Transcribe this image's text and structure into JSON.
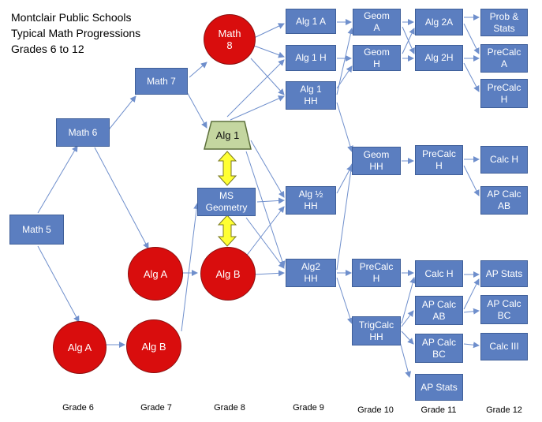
{
  "title": [
    "Montclair Public Schools",
    "Typical Math Progressions",
    "Grades 6 to 12"
  ],
  "grades": [
    "Grade 6",
    "Grade 7",
    "Grade 8",
    "Grade 9",
    "Grade 10",
    "Grade 11",
    "Grade 12"
  ],
  "nodes": {
    "math5": "Math 5",
    "math6": "Math 6",
    "math7": "Math 7",
    "math8": "Math\n8",
    "alg1_trap": "Alg 1",
    "msgeo": "MS\nGeometry",
    "algA7": "Alg A",
    "algB8": "Alg B",
    "algA6": "Alg A",
    "algB7": "Alg B",
    "alg1a": "Alg 1 A",
    "alg1h": "Alg 1 H",
    "alg1hh": "Alg 1\nHH",
    "alghalf": "Alg ½\nHH",
    "alg2hh": "Alg2\nHH",
    "geomA": "Geom\nA",
    "geomH": "Geom\nH",
    "geomHH": "Geom\nHH",
    "precalcH10": "PreCalc\nH",
    "trigcalc": "TrigCalc\nHH",
    "alg2a": "Alg 2A",
    "alg2h": "Alg 2H",
    "precalcH11": "PreCalc\nH",
    "calcH11": "Calc H",
    "apcalcab11": "AP Calc\nAB",
    "apcalcbc11": "AP Calc\nBC",
    "apstats11": "AP Stats",
    "probstats": "Prob &\nStats",
    "precalcA": "PreCalc\nA",
    "precalcH12": "PreCalc\nH",
    "calcH12": "Calc H",
    "apcalcab12": "AP Calc\nAB",
    "apstats12": "AP Stats",
    "apcalcbc12": "AP Calc\nBC",
    "calc3": "Calc III"
  },
  "colors": {
    "box_fill": "#5b7ec0",
    "circle_fill": "#d90d0d",
    "trapezoid_fill": "#c4d6a0",
    "double_arrow": "#ffff33",
    "edge": "#6f8fcc"
  }
}
